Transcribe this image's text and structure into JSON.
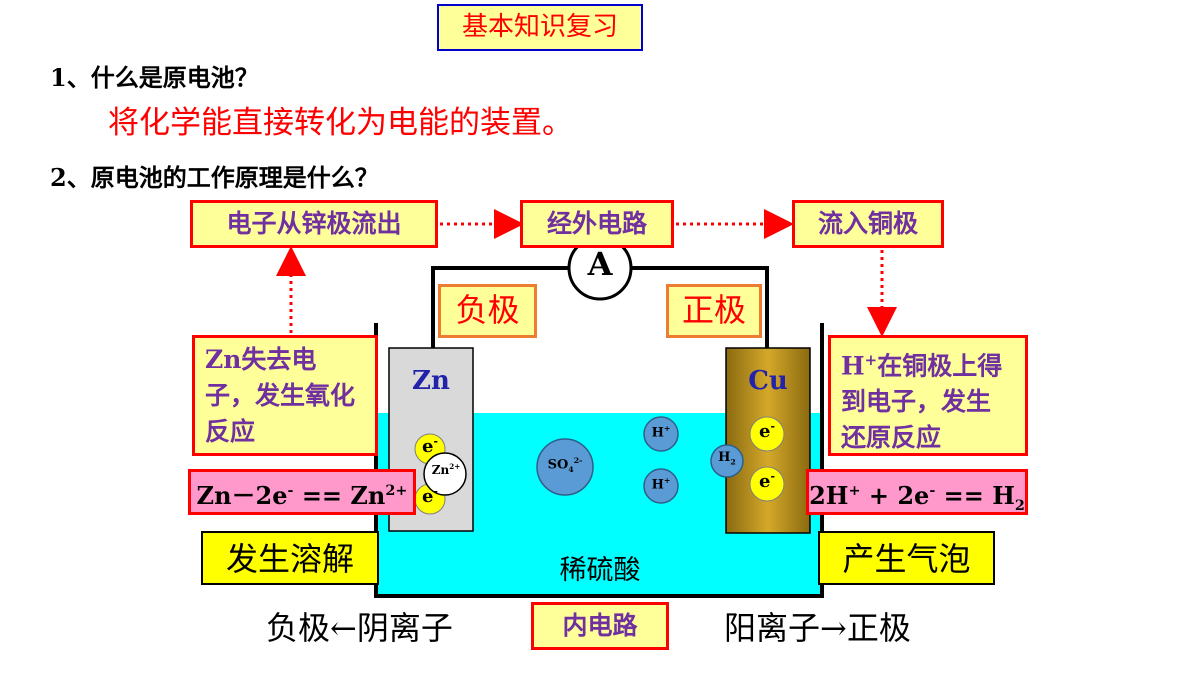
{
  "title": "基本知识复习",
  "q1": "1、什么是原电池？",
  "a1": "将化学能直接转化为电能的装置。",
  "q2": "2、原电池的工作原理是什么？",
  "flow": {
    "box1": "电子从锌极流出",
    "box2": "经外电路",
    "box3": "流入铜极"
  },
  "ammeter": "A",
  "anode_label": "负极",
  "cathode_label": "正极",
  "left_desc": "Zn失去电子，发生氧化反应",
  "right_desc_prefix": "H",
  "right_desc_sup": "+",
  "right_desc_rest": "在铜极上得到电子，发生还原反应",
  "zn_electrode": "Zn",
  "cu_electrode": "Cu",
  "ions": {
    "electron": "e",
    "electron_sup": "-",
    "zn_ion": "Zn",
    "zn_ion_sup": "2+",
    "so4": "SO",
    "so4_sub": "4",
    "so4_sup": "2-",
    "h_ion": "H",
    "h_ion_sup": "+",
    "h2": "H",
    "h2_sub": "2"
  },
  "left_equation": {
    "part1": "Zn－2e",
    "sup1": "-",
    "part2": " == Zn",
    "sup2": "2+"
  },
  "right_equation": {
    "part1": "2H",
    "sup1": "+",
    "part2": " + 2e",
    "sup2": "-",
    "part3": " == H",
    "sub3": "2"
  },
  "left_result": "发生溶解",
  "right_result": "产生气泡",
  "solution": "稀硫酸",
  "bottom_left": "负极←阴离子",
  "inner_circuit": "内电路",
  "bottom_right": "阳离子→正极",
  "colors": {
    "solution": "#00ffff",
    "zn_electrode": "#d9d9d9",
    "cu_electrode": "#c9a227",
    "electron": "#ffff00",
    "ion": "#5b9bd5"
  }
}
